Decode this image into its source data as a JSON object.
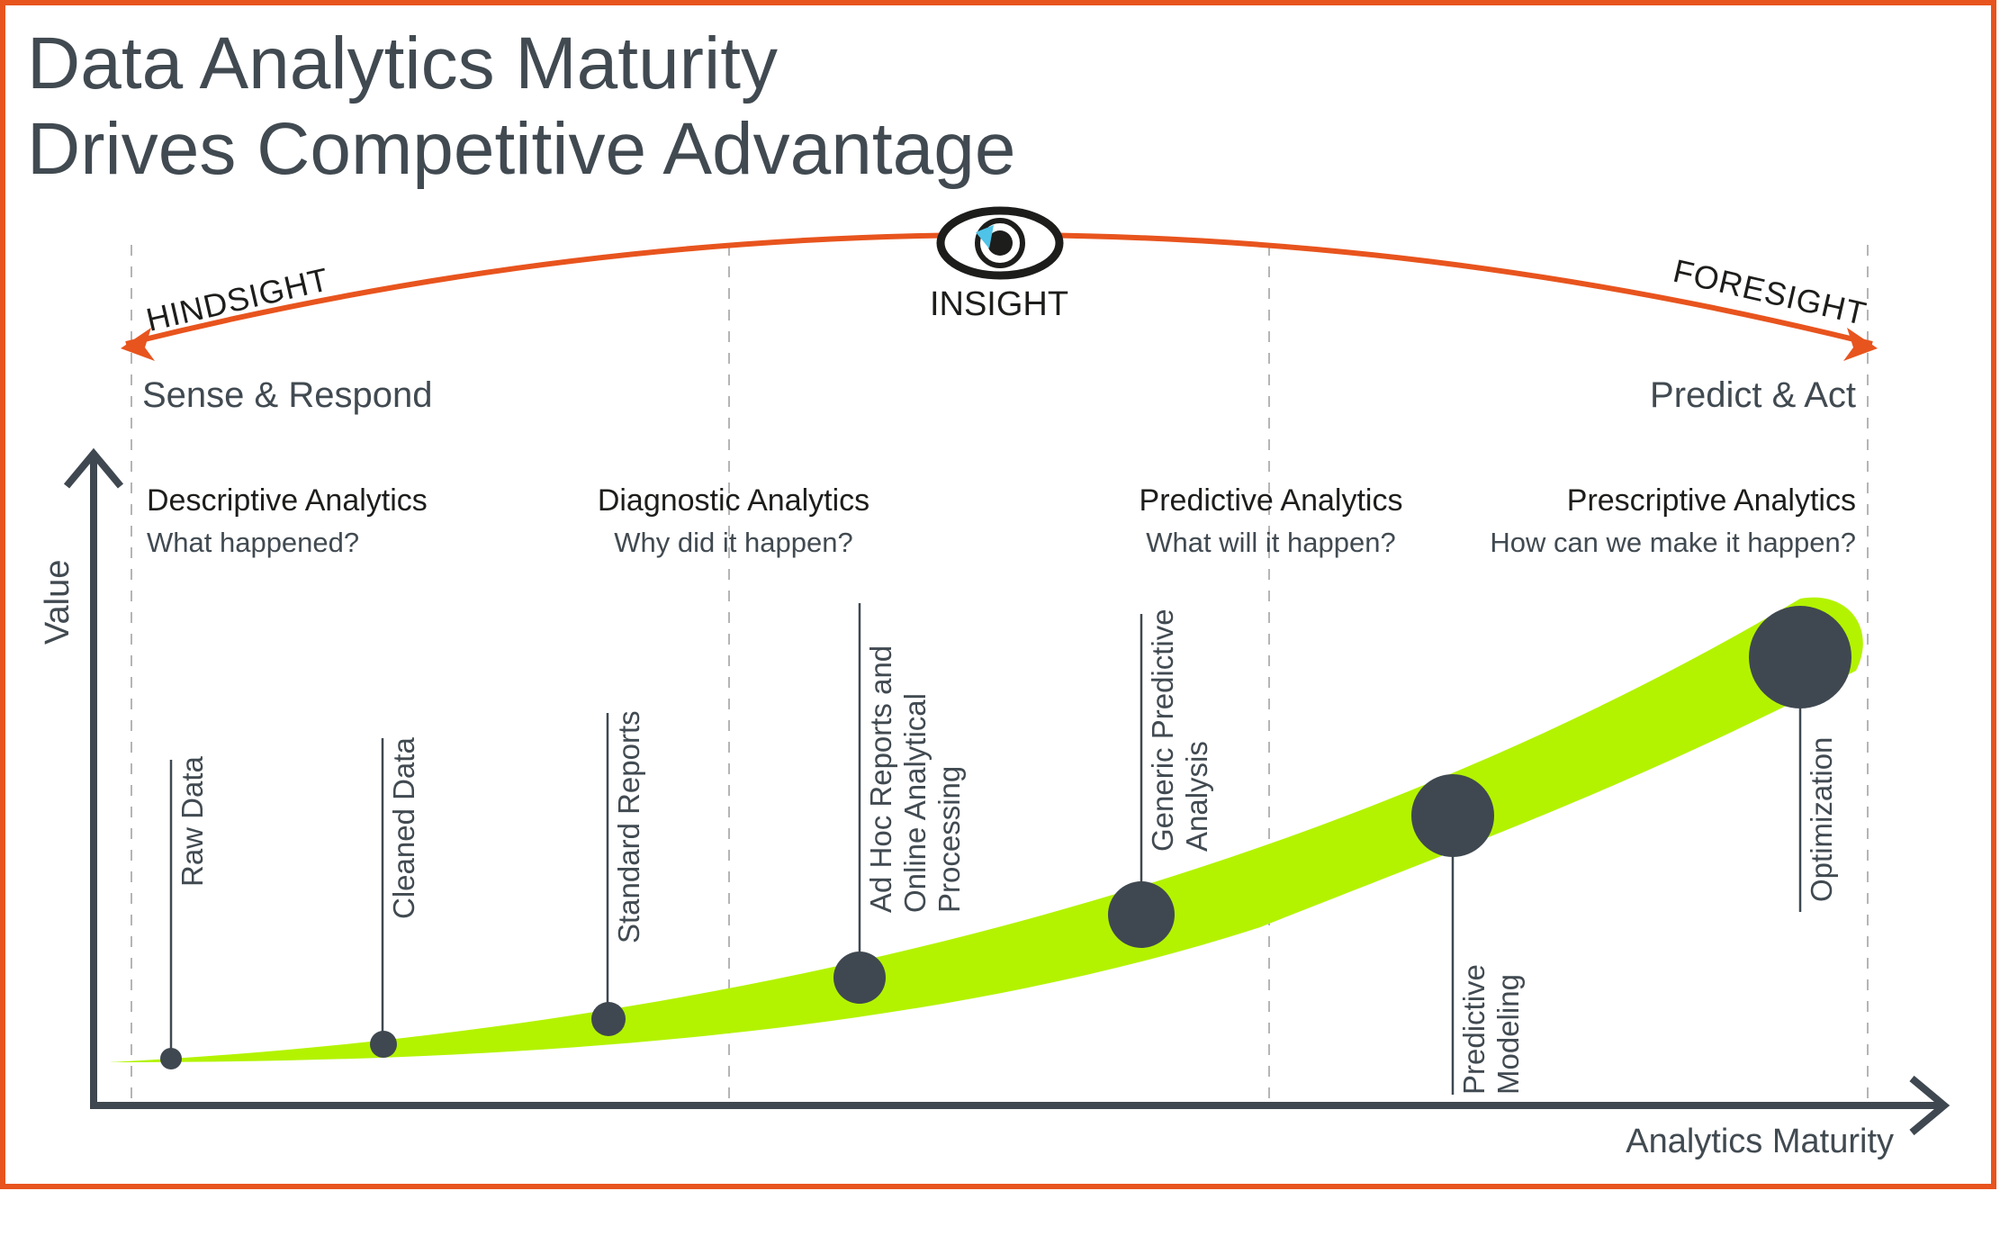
{
  "title": {
    "line1": "Data Analytics Maturity",
    "line2": "Drives Competitive Advantage"
  },
  "arc": {
    "left_label": "HINDSIGHT",
    "center_label": "INSIGHT",
    "right_label": "FORESIGHT",
    "center_icon": "eye-icon",
    "color": "#e8541e"
  },
  "modes": {
    "left": "Sense & Respond",
    "right": "Predict & Act"
  },
  "stages": [
    {
      "title": "Descriptive Analytics",
      "question": "What happened?"
    },
    {
      "title": "Diagnostic Analytics",
      "question": "Why did it happen?"
    },
    {
      "title": "Predictive Analytics",
      "question": "What will it happen?"
    },
    {
      "title": "Prescriptive Analytics",
      "question": "How can we make it happen?"
    }
  ],
  "axes": {
    "y_label": "Value",
    "x_label": "Analytics Maturity"
  },
  "milestones": [
    {
      "lines": [
        "Raw Data"
      ]
    },
    {
      "lines": [
        "Cleaned Data"
      ]
    },
    {
      "lines": [
        "Standard Reports"
      ]
    },
    {
      "lines": [
        "Ad Hoc Reports and",
        "Online Analytical",
        "Processing"
      ]
    },
    {
      "lines": [
        "Generic Predictive",
        "Analysis"
      ]
    },
    {
      "lines": [
        "Predictive",
        "Modeling"
      ]
    },
    {
      "lines": [
        "Optimization"
      ]
    }
  ],
  "colors": {
    "border": "#e8541e",
    "band": "#b3f300",
    "dot": "#3f4850",
    "text": "#414a51"
  }
}
